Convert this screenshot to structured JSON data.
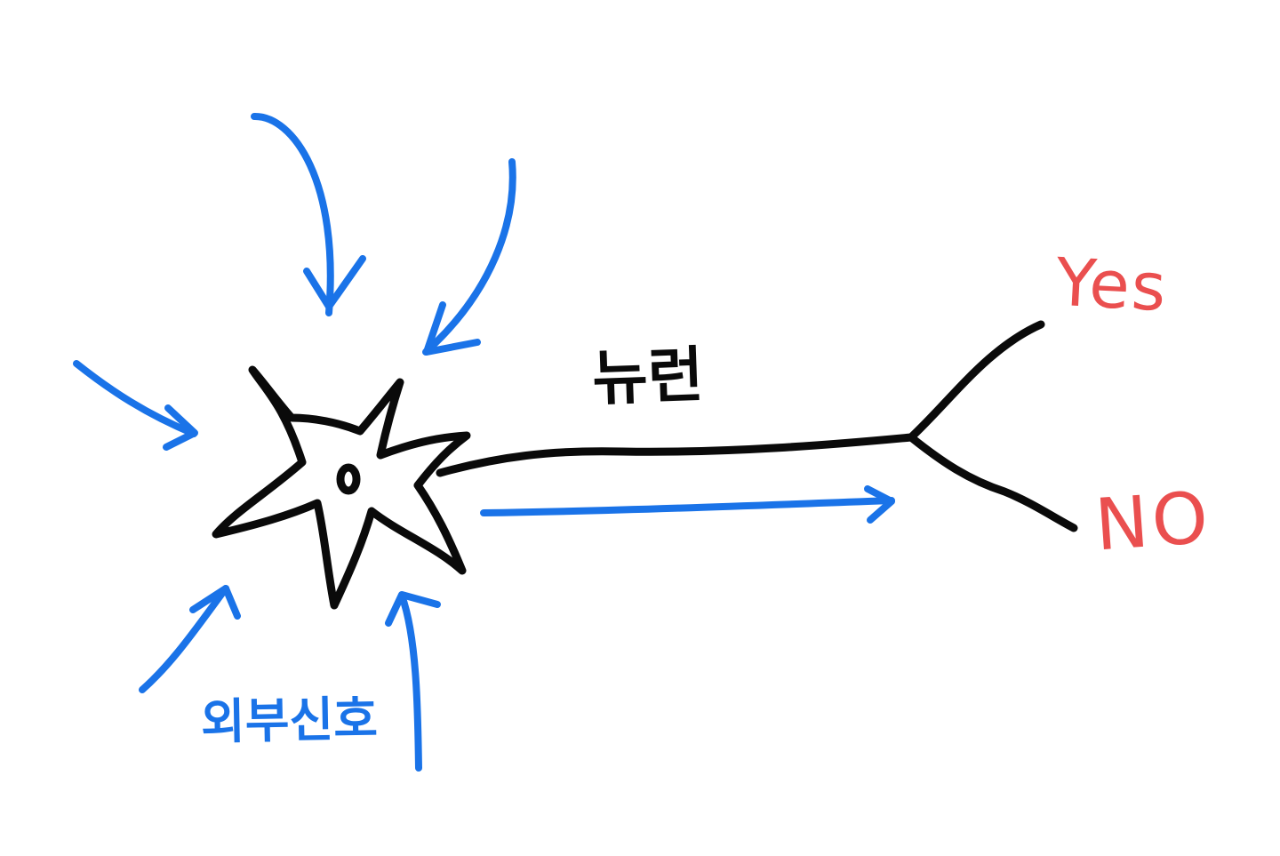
{
  "labels": {
    "neuron": "뉴런",
    "external_signal": "외부신호",
    "yes": "Yes",
    "no": "NO"
  },
  "colors": {
    "neuron": "#0a0a0a",
    "signal": "#1a73e8",
    "output": "#ea4f4f",
    "background": "#ffffff"
  }
}
